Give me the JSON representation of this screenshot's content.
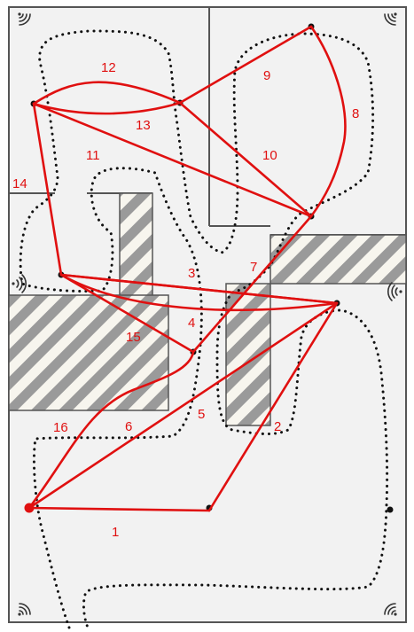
{
  "colors": {
    "background": "#f2f2f2",
    "wall": "#555555",
    "hatch_stripe": "#9a9a9a",
    "hatch_light": "#f7f5ee",
    "route": "#e01010",
    "path_dots": "#111111",
    "beacon": "#111111"
  },
  "icons": [
    "wifi-beacon-icon",
    "wifi-beacon-icon",
    "wifi-beacon-icon",
    "wifi-beacon-icon",
    "wifi-beacon-icon",
    "wifi-beacon-icon"
  ],
  "edge_labels": [
    "1",
    "2",
    "3",
    "4",
    "5",
    "6",
    "7",
    "8",
    "9",
    "10",
    "11",
    "12",
    "13",
    "14",
    "15",
    "16"
  ]
}
